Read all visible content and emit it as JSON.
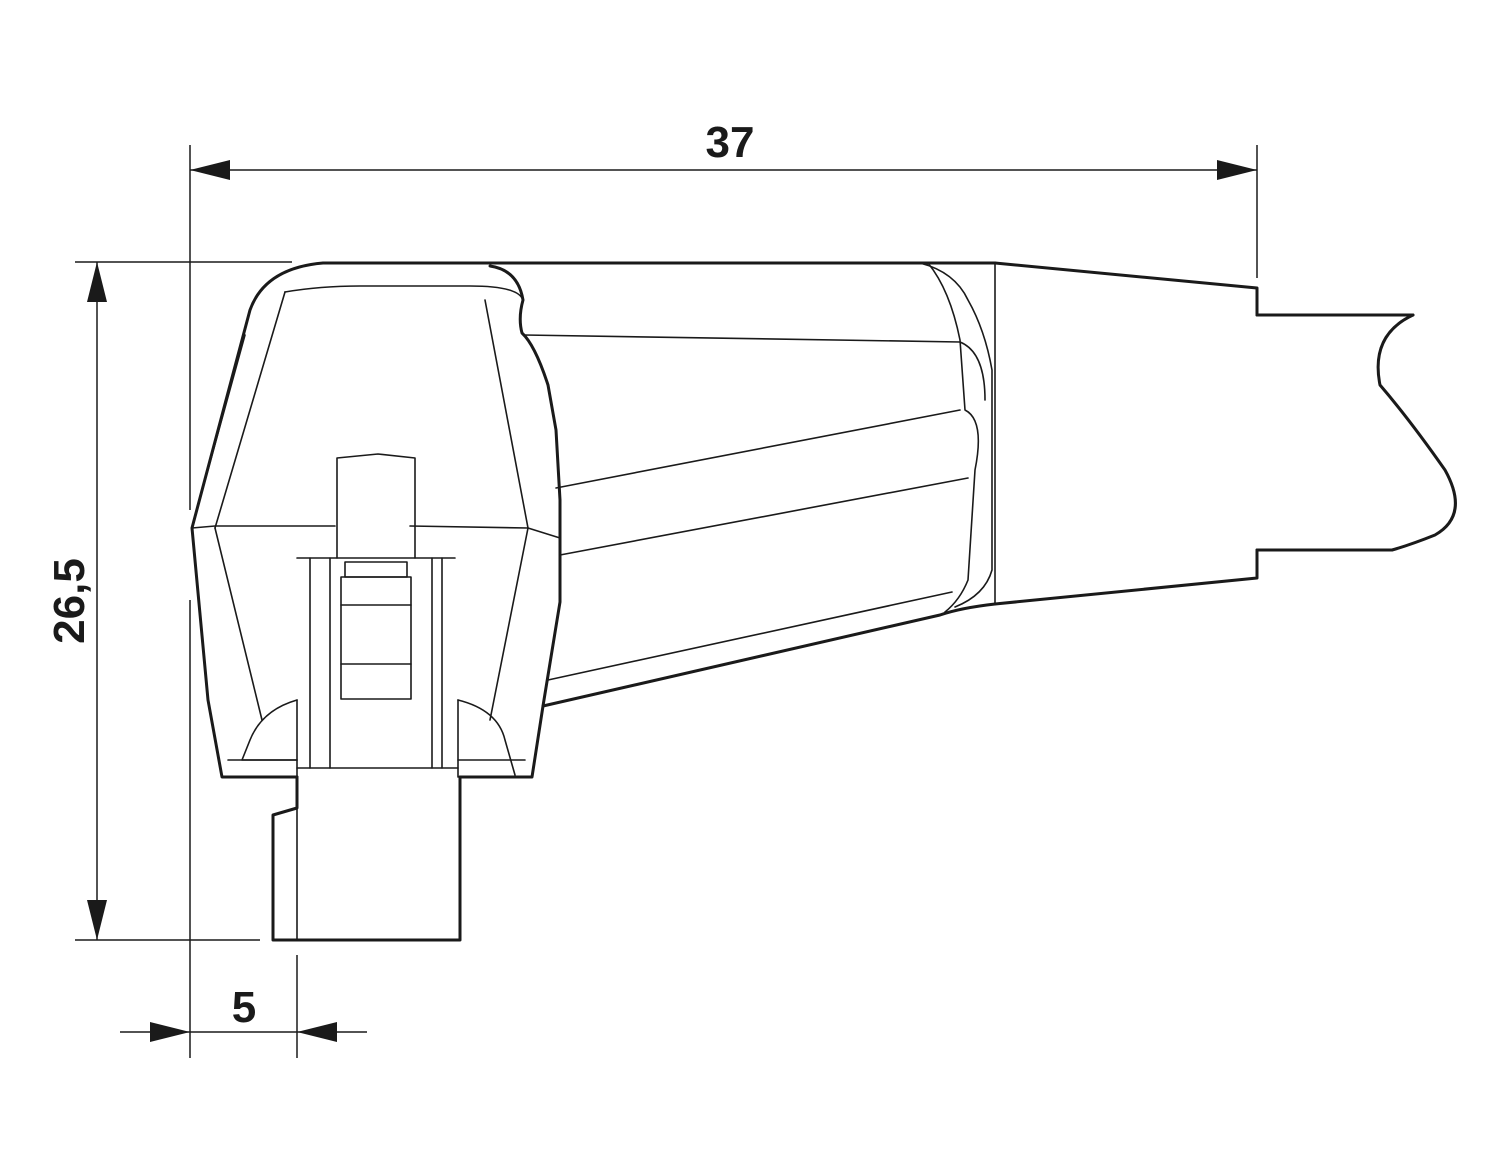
{
  "dimensions": {
    "length": "37",
    "height": "26,5",
    "offset": "5"
  }
}
